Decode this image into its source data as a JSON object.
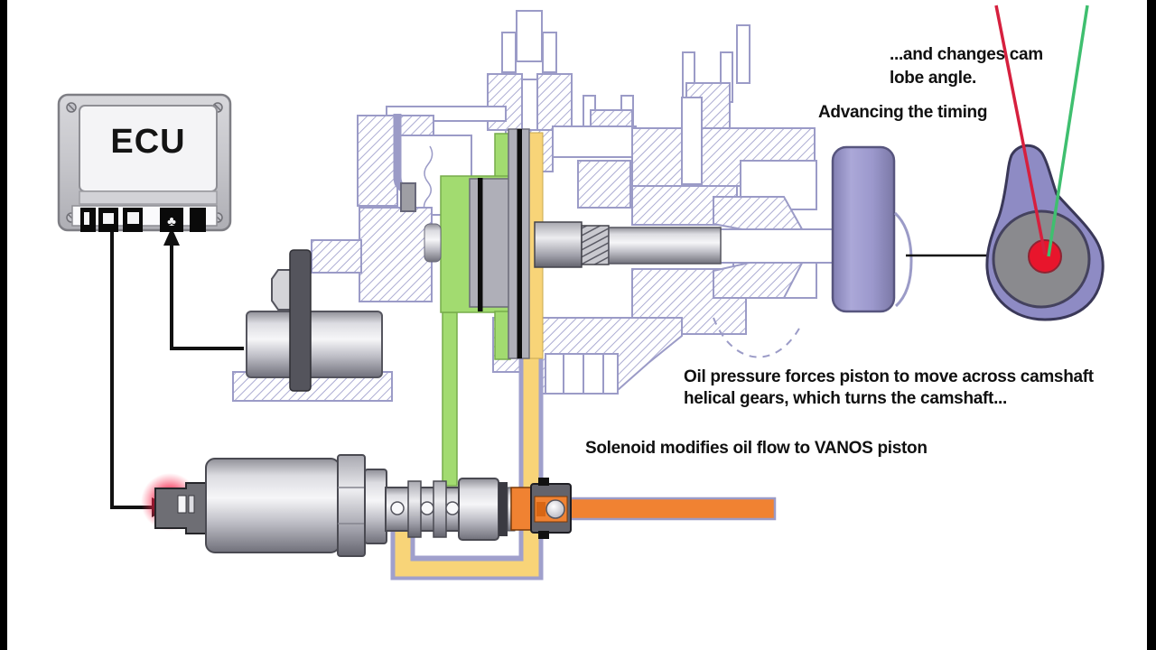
{
  "scene": {
    "ecu": {
      "label": "ECU"
    },
    "notes": {
      "cam_change_line1": "...and changes cam",
      "cam_change_line2": "lobe angle.",
      "advancing": "Advancing the timing",
      "oil_pressure_line1": "Oil pressure forces piston to move across camshaft",
      "oil_pressure_line2": "helical gears, which turns the camshaft...",
      "solenoid": "Solenoid modifies oil flow to VANOS piston"
    },
    "icons": {
      "ecu_connector_glyph": "♣"
    },
    "colors": {
      "oil_chamber_green": "#A2DB70",
      "oil_pipe_yellow": "#F8D478",
      "oil_line_orange": "#F08232",
      "cam_purple": "#8E8BC4",
      "drawing_lavender": "#9B9BC7",
      "advance_line_red": "#D6203E",
      "reference_line_green": "#3FBF6F",
      "signal_glow_red": "#FF1E35",
      "lobe_center_red": "#E8152C"
    }
  }
}
